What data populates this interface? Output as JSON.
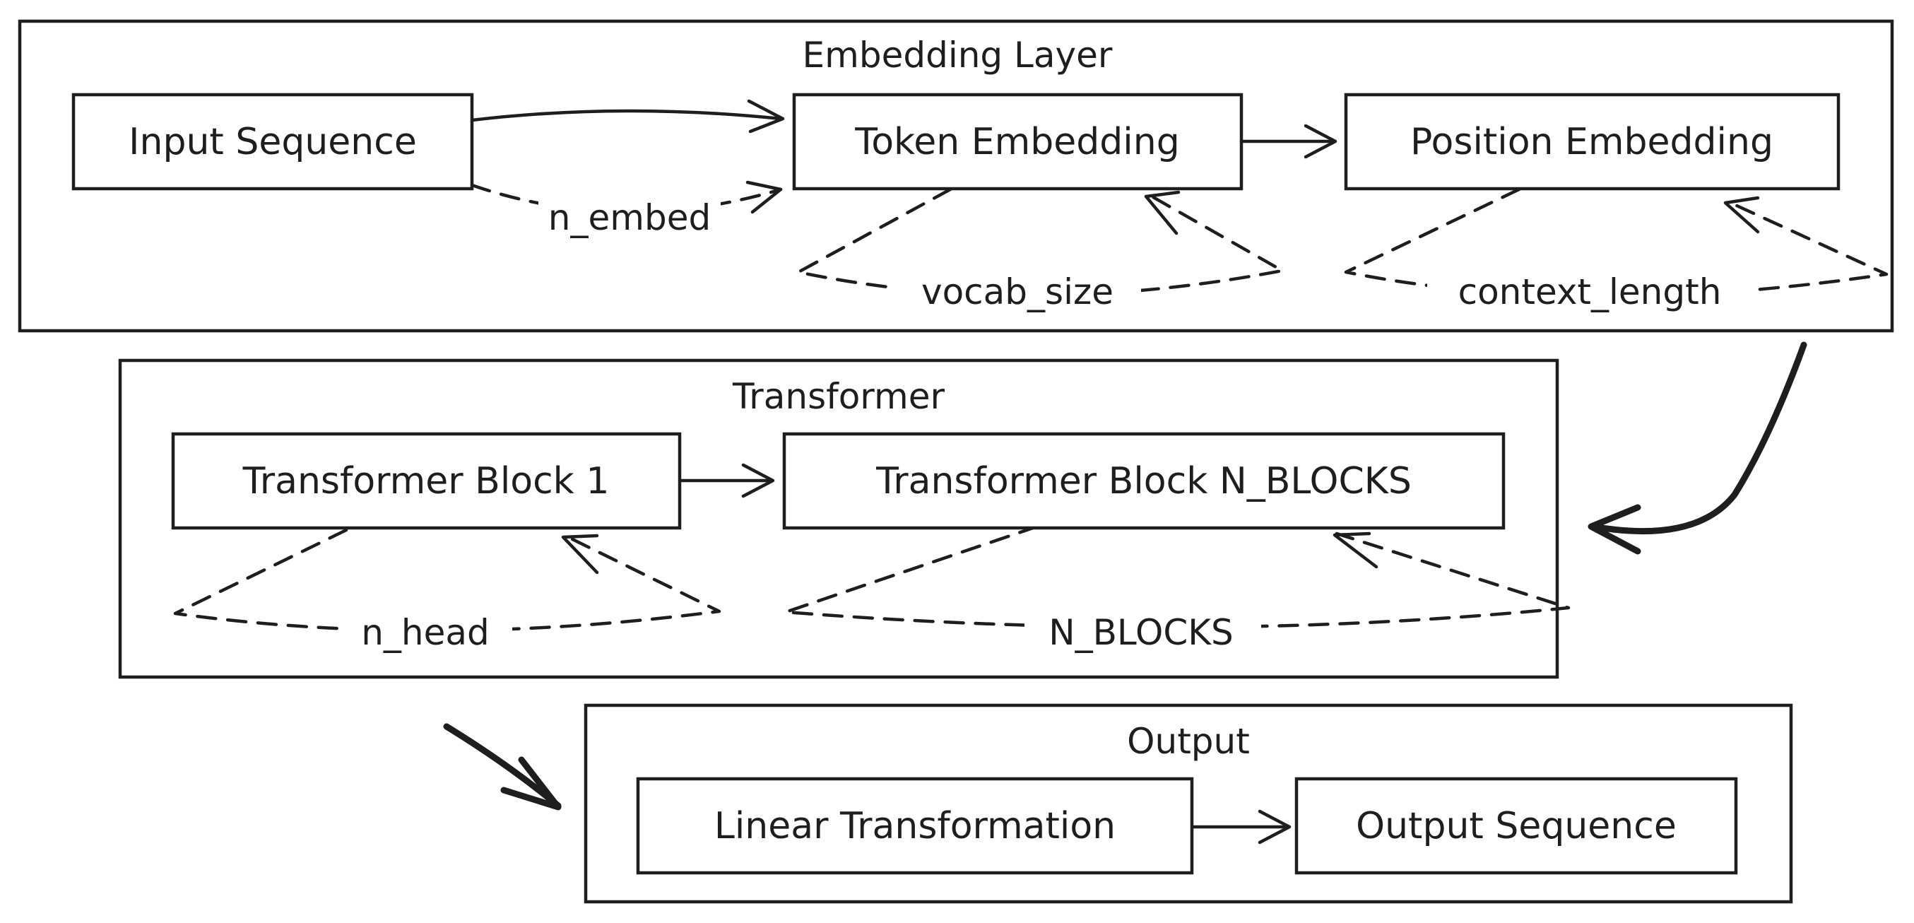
{
  "groups": {
    "embedding": {
      "title": "Embedding Layer"
    },
    "transformer": {
      "title": "Transformer"
    },
    "output": {
      "title": "Output"
    }
  },
  "nodes": {
    "input_sequence": "Input Sequence",
    "token_embedding": "Token Embedding",
    "position_embedding": "Position Embedding",
    "transformer_block_1": "Transformer Block 1",
    "transformer_block_n": "Transformer Block N_BLOCKS",
    "linear_transformation": "Linear Transformation",
    "output_sequence": "Output Sequence"
  },
  "edge_labels": {
    "n_embed": "n_embed",
    "vocab_size": "vocab_size",
    "context_length": "context_length",
    "n_head": "n_head",
    "n_blocks": "N_BLOCKS"
  },
  "colors": {
    "stroke": "#1e1e1e",
    "background": "#ffffff"
  }
}
